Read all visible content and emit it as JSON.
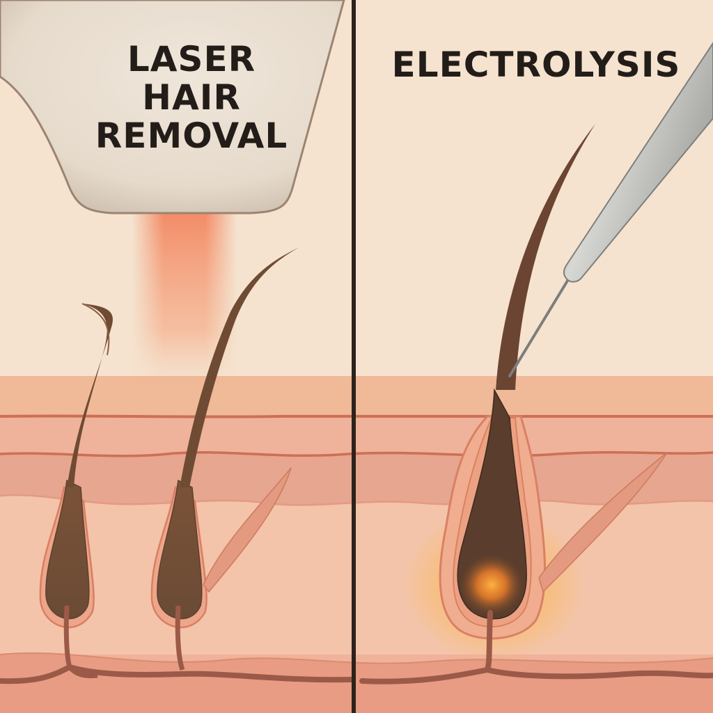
{
  "panels": {
    "left": {
      "title_line1": "LASER HAIR",
      "title_line2": "REMOVAL",
      "elements": [
        "laser-handpiece",
        "laser-beam",
        "hair-follicle",
        "hair-follicle",
        "arrector-pili-muscle",
        "blood-vessel"
      ]
    },
    "right": {
      "title": "ELECTROLYSIS",
      "elements": [
        "electrolysis-probe",
        "hair-follicle",
        "heat-glow",
        "arrector-pili-muscle",
        "blood-vessel"
      ]
    }
  },
  "colors": {
    "background": "#f5e3cf",
    "epidermis": "#f0b796",
    "dermis_upper": "#eeb39a",
    "dermis_mid": "#e6a48c",
    "dermis_lower": "#f2c1a6",
    "subcutis": "#e9a088",
    "layer_line": "#cd6f55",
    "hair": "#6b4a33",
    "hair_dark": "#4a3224",
    "vessel": "#9b5a47",
    "handpiece": "#ebe0d3",
    "handpiece_edge": "#9c8470",
    "beam": "#f28a60",
    "probe": "#a9a9a6",
    "glow": "#ffb030",
    "divider": "#2d221c"
  }
}
